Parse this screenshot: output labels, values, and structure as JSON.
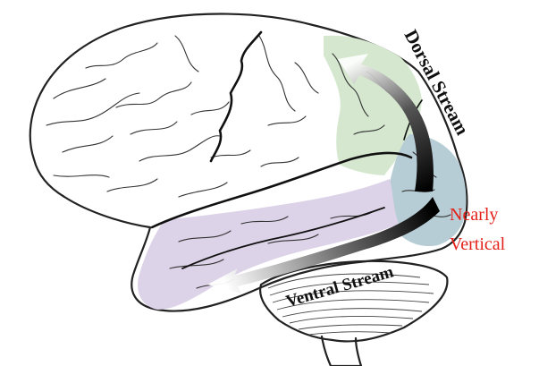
{
  "labels": {
    "dorsal_stream": "Dorsal Stream",
    "ventral_stream": "Ventral Stream",
    "nearly_vertical_line1": "Nearly",
    "nearly_vertical_line2": "Vertical"
  },
  "colors": {
    "parietal_region": "#d5e8cf",
    "occipital_region": "#b7cdd6",
    "temporal_region": "#ddd3e8",
    "label_accent": "#e32119"
  }
}
